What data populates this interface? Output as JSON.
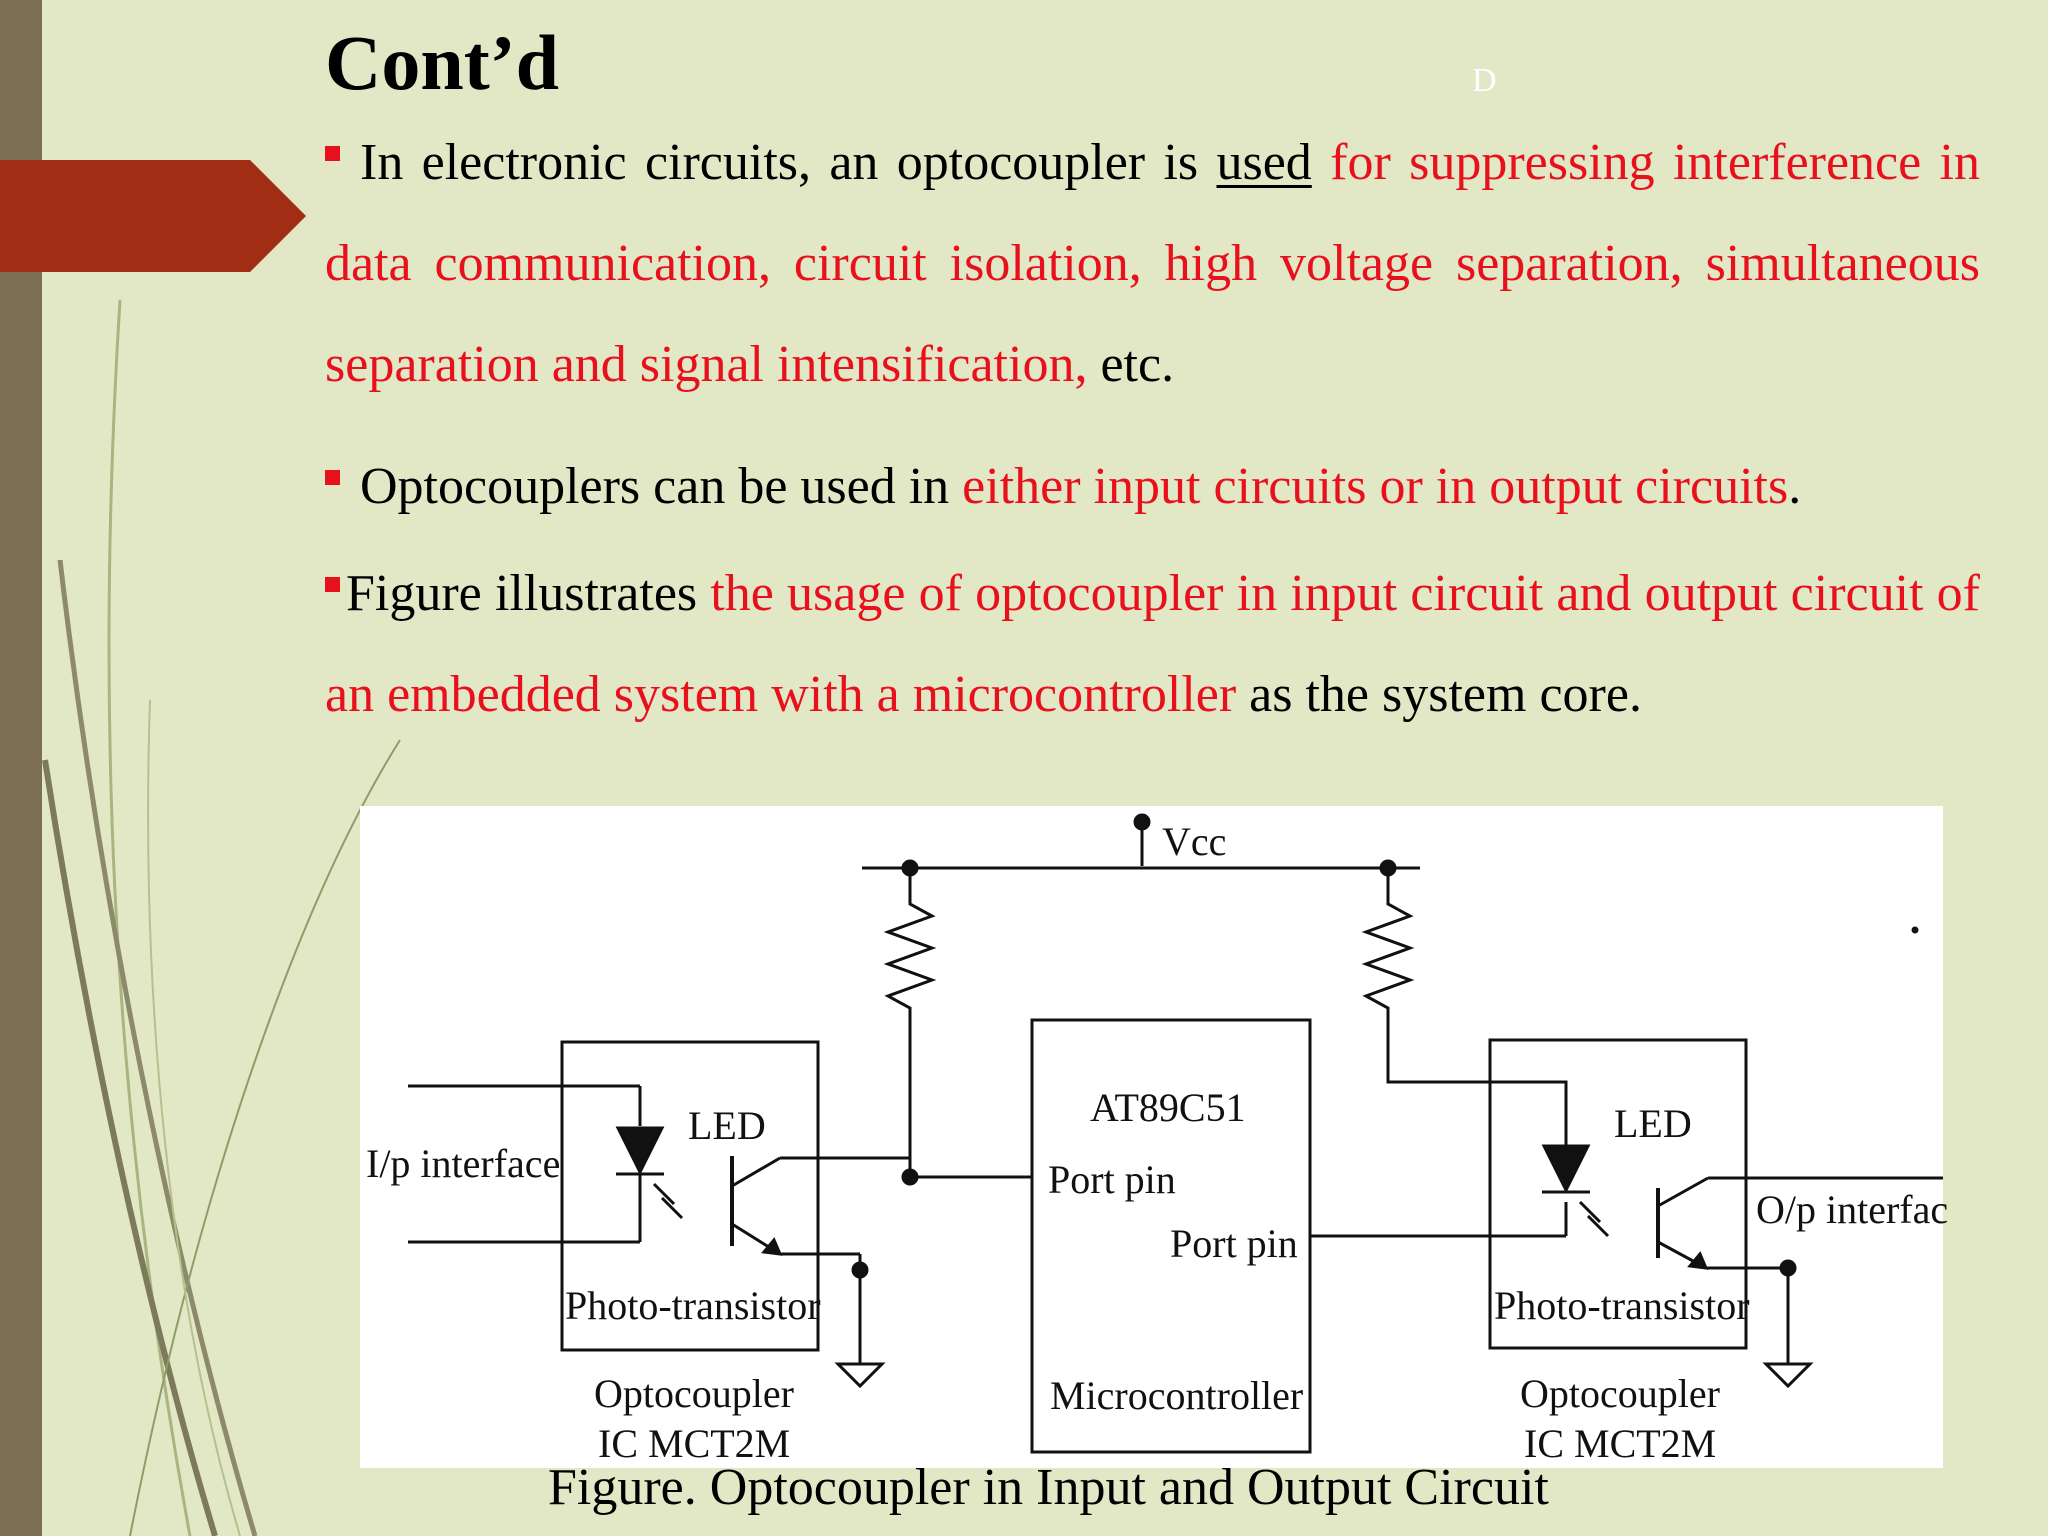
{
  "slide": {
    "title": "Cont’d",
    "watermark": "D",
    "colors": {
      "accent_red": "#e8101c",
      "arrow_red": "#a22d15",
      "left_bar": "#7c6e52",
      "background": "#e2e8c6"
    }
  },
  "bullets": [
    {
      "segments": [
        {
          "text": "In electronic circuits, an optocoupler is ",
          "style": "normal"
        },
        {
          "text": "used",
          "style": "underline"
        },
        {
          "text": " for suppressing interference in data communication, circuit isolation, high voltage separation, simultaneous separation and signal intensification,",
          "style": "red"
        },
        {
          "text": " etc.",
          "style": "normal"
        }
      ]
    },
    {
      "segments": [
        {
          "text": "Optocouplers can be used in ",
          "style": "normal"
        },
        {
          "text": "either input circuits or in output circuits",
          "style": "red"
        },
        {
          "text": ".",
          "style": "normal"
        }
      ]
    },
    {
      "segments": [
        {
          "text": "Figure illustrates ",
          "style": "normal"
        },
        {
          "text": "the usage of optocoupler in input circuit and output circuit of an embedded system with a microcontroller",
          "style": "red"
        },
        {
          "text": " as the system core.",
          "style": "normal"
        }
      ]
    }
  ],
  "figure": {
    "vcc": "Vcc",
    "ip_interface": "I/p interface",
    "op_interface": "O/p interfac",
    "led_left": "LED",
    "led_right": "LED",
    "phototransistor_left": "Photo-transistor",
    "phototransistor_right": "Photo-transistor",
    "opto_left_line1": "Optocoupler",
    "opto_left_line2": "IC MCT2M",
    "opto_right_line1": "Optocoupler",
    "opto_right_line2": "IC MCT2M",
    "mcu_name": "AT89C51",
    "port_pin_in": "Port pin",
    "port_pin_out": "Port pin",
    "mcu_label": "Microcontroller"
  },
  "caption": "Figure. Optocoupler in Input and Output Circuit"
}
